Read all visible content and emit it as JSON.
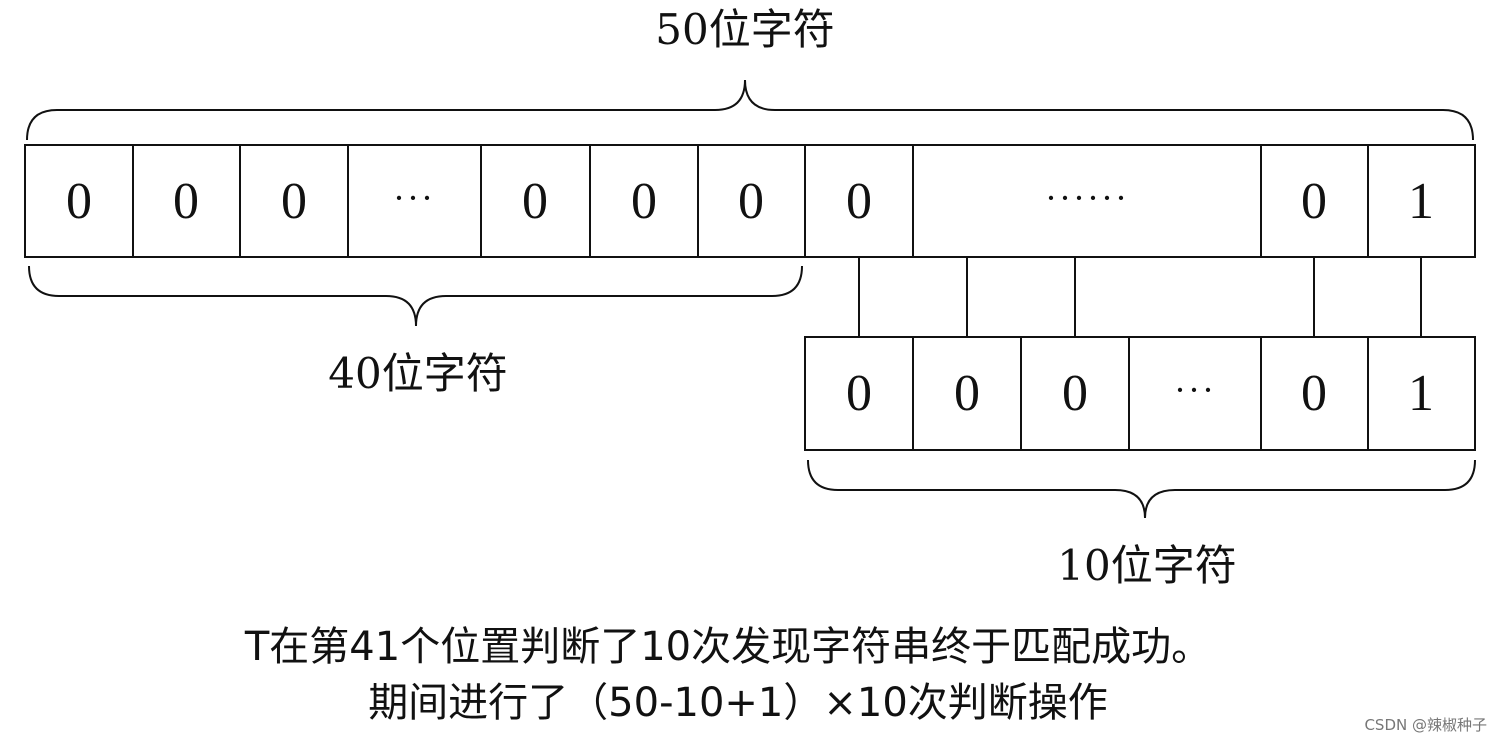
{
  "top_label": "50位字符",
  "left_label": "40位字符",
  "bottom_right_label": "10位字符",
  "main_string": {
    "cells": [
      "0",
      "0",
      "0",
      "···",
      "0",
      "0",
      "0",
      "0",
      "······",
      "0",
      "1"
    ]
  },
  "pattern_string": {
    "cells": [
      "0",
      "0",
      "0",
      "···",
      "0",
      "1"
    ]
  },
  "caption": {
    "line1": "T在第41个位置判断了10次发现字符串终于匹配成功。",
    "line2": "期间进行了（50-10+1）×10次判断操作"
  },
  "watermark": "CSDN @辣椒种子"
}
